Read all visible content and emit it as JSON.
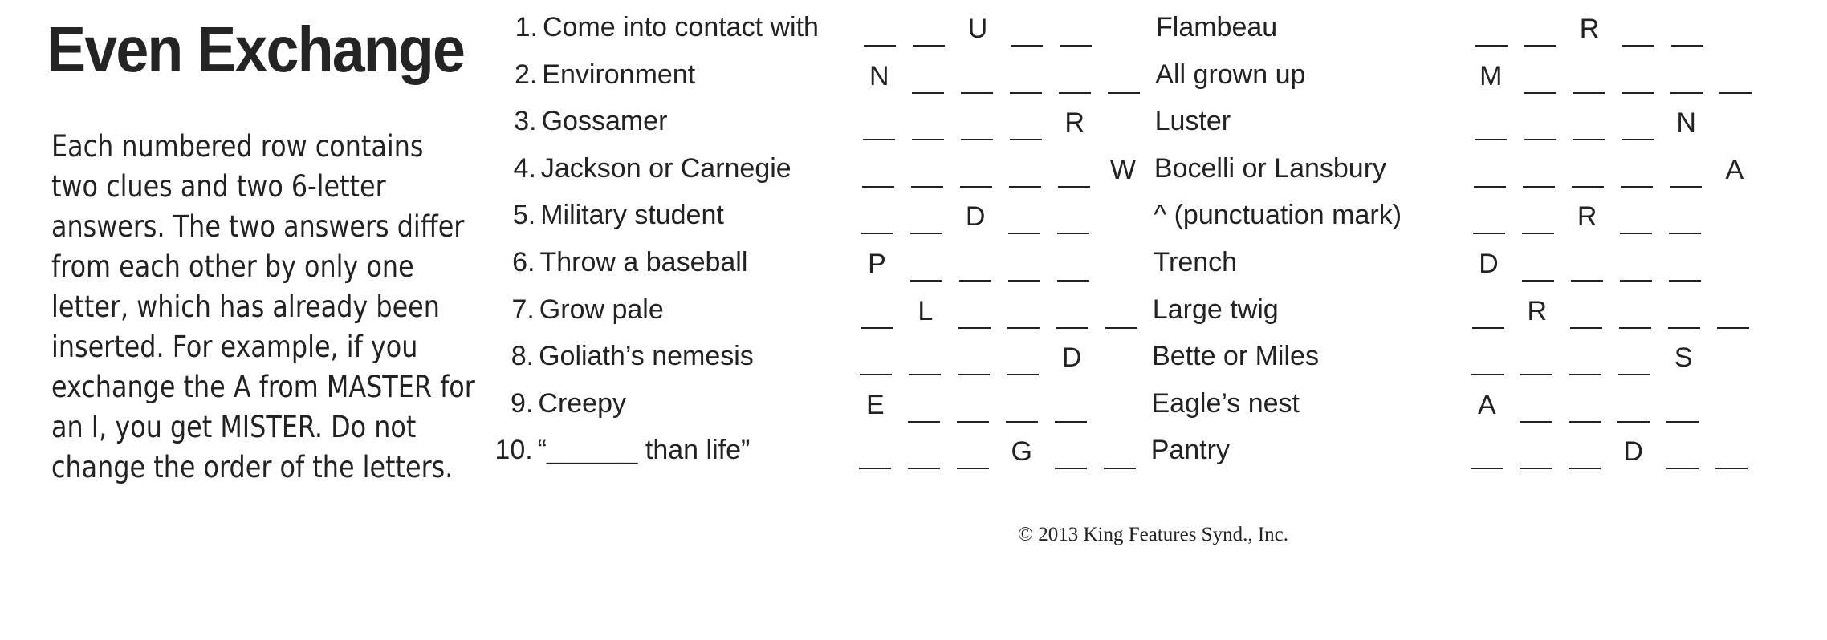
{
  "title": "Even Exchange",
  "instructions": "Each numbered row contains two clues and two 6-letter answers. The two answers differ from each other by only one letter, which has already been inserted. For example, if you exchange the A from MASTER for an I, you get MISTER. Do not change the order of the letters.",
  "rows": [
    {
      "number": "1.",
      "clue_left": "Come into contact with",
      "answer_left": [
        "",
        "",
        "U",
        "",
        ""
      ],
      "clue_right": "Flambeau",
      "answer_right": [
        "",
        "",
        "R",
        "",
        ""
      ]
    },
    {
      "number": "2.",
      "clue_left": "Environment",
      "answer_left": [
        "N",
        "",
        "",
        "",
        "",
        ""
      ],
      "clue_right": "All grown up",
      "answer_right": [
        "M",
        "",
        "",
        "",
        "",
        ""
      ]
    },
    {
      "number": "3.",
      "clue_left": "Gossamer",
      "answer_left": [
        "",
        "",
        "",
        "",
        "R"
      ],
      "clue_right": "Luster",
      "answer_right": [
        "",
        "",
        "",
        "",
        "N"
      ]
    },
    {
      "number": "4.",
      "clue_left": "Jackson or Carnegie",
      "answer_left": [
        "",
        "",
        "",
        "",
        "",
        "W"
      ],
      "clue_right": "Bocelli or Lansbury",
      "answer_right": [
        "",
        "",
        "",
        "",
        "",
        "A"
      ]
    },
    {
      "number": "5.",
      "clue_left": "Military student",
      "answer_left": [
        "",
        "",
        "D",
        "",
        ""
      ],
      "clue_right": "^ (punctuation mark)",
      "answer_right": [
        "",
        "",
        "R",
        "",
        ""
      ]
    },
    {
      "number": "6.",
      "clue_left": "Throw a baseball",
      "answer_left": [
        "P",
        "",
        "",
        "",
        ""
      ],
      "clue_right": "Trench",
      "answer_right": [
        "D",
        "",
        "",
        "",
        ""
      ]
    },
    {
      "number": "7.",
      "clue_left": "Grow pale",
      "answer_left": [
        "",
        "L",
        "",
        "",
        "",
        ""
      ],
      "clue_right": "Large twig",
      "answer_right": [
        "",
        "R",
        "",
        "",
        "",
        ""
      ]
    },
    {
      "number": "8.",
      "clue_left": "Goliath’s nemesis",
      "answer_left": [
        "",
        "",
        "",
        "",
        "D"
      ],
      "clue_right": "Bette or Miles",
      "answer_right": [
        "",
        "",
        "",
        "",
        "S"
      ]
    },
    {
      "number": "9.",
      "clue_left": "Creepy",
      "answer_left": [
        "E",
        "",
        "",
        "",
        ""
      ],
      "clue_right": "Eagle’s nest",
      "answer_right": [
        "A",
        "",
        "",
        "",
        ""
      ]
    },
    {
      "number": "10.",
      "clue_left": "“______ than life”",
      "answer_left": [
        "",
        "",
        "",
        "G",
        "",
        ""
      ],
      "clue_right": "Pantry",
      "answer_right": [
        "",
        "",
        "",
        "D",
        "",
        ""
      ]
    }
  ],
  "copyright": "© 2013 King Features Synd., Inc."
}
